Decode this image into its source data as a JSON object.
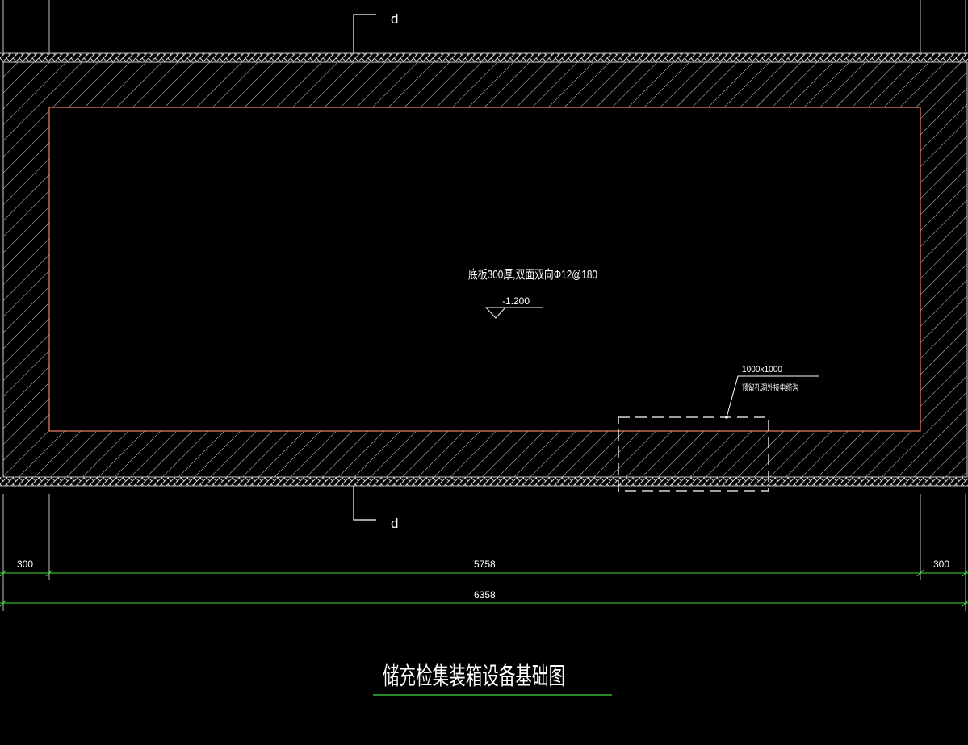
{
  "drawing": {
    "colors": {
      "background": "#000000",
      "hatch": "#ffffff",
      "inner_outline": "#e07a5a",
      "dimension": "#3ddc3d",
      "text": "#ffffff",
      "dashed_opening": "#ffffff"
    },
    "section_marks": {
      "top_label": "d",
      "bottom_label": "d"
    },
    "slab_note": "底板300厚,双面双向Φ12@180",
    "elevation": {
      "value": "-1.200",
      "icon": "elevation-triangle-icon"
    },
    "opening": {
      "size": "1000x1000",
      "note": "预留孔洞外接电缆沟"
    },
    "dimensions": {
      "left_wall": "300",
      "inner_span": "5758",
      "right_wall": "300",
      "overall": "6358"
    },
    "title": "储充检集装箱设备基础图"
  }
}
